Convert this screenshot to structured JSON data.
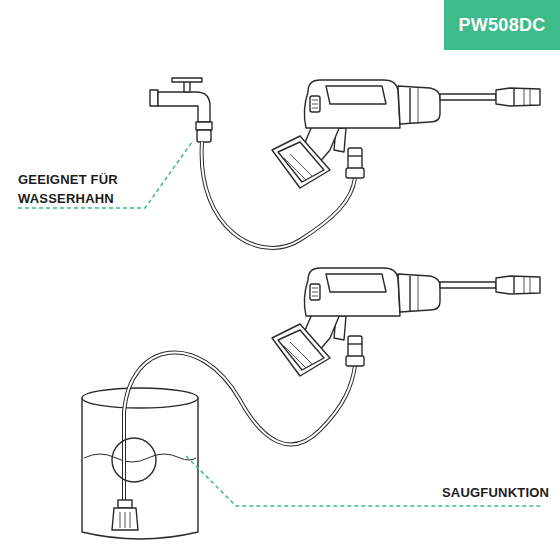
{
  "diagram": {
    "nodes": [
      {
        "text": [
          "PW508DC"
        ]
      }
    ],
    "labels": [
      "GEEIGNET FÜR WASSERHAHN",
      "SAUGFUNKTION"
    ]
  }
}
